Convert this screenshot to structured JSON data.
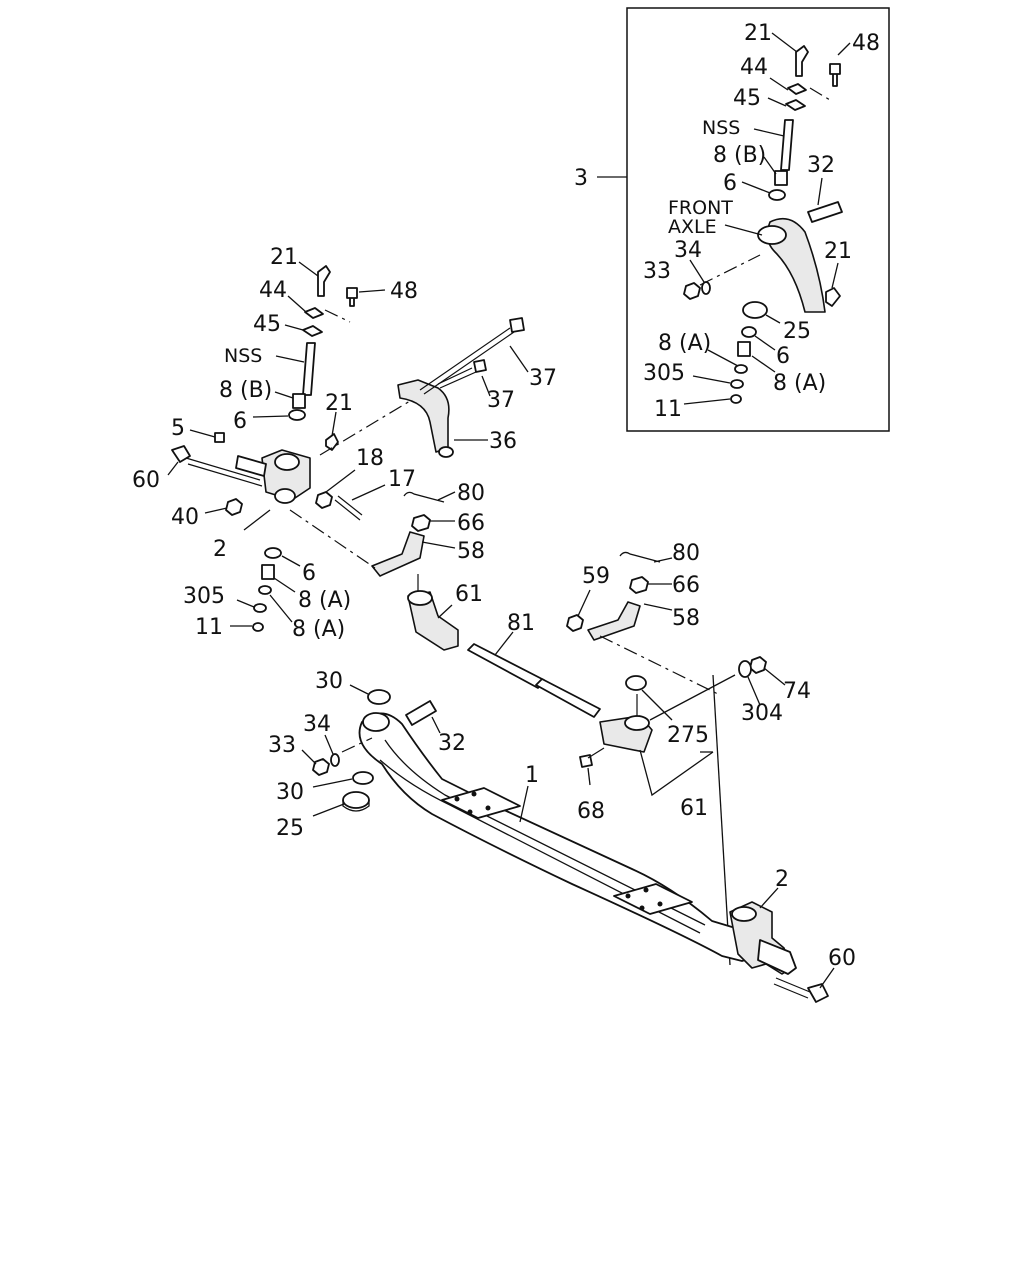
{
  "callouts": {
    "insert": {
      "l21a": "21",
      "l48": "48",
      "l44": "44",
      "l45": "45",
      "lnss": "NSS",
      "l8b": "8 (B)",
      "l3": "3",
      "l6a": "6",
      "l32": "32",
      "front": "FRONT",
      "axle": "AXLE",
      "l34": "34",
      "l33": "33",
      "l21b": "21",
      "l25": "25",
      "l8a1": "8 (A)",
      "l6b": "6",
      "l305": "305",
      "l8a2": "8 (A)",
      "l11": "11"
    },
    "left_knuckle": {
      "l21a": "21",
      "l44": "44",
      "l48": "48",
      "l45": "45",
      "lnss": "NSS",
      "l8b": "8 (B)",
      "l6a": "6",
      "l21b": "21",
      "l5": "5",
      "l18": "18",
      "l60": "60",
      "l17": "17",
      "l80": "80",
      "l40": "40",
      "l66": "66",
      "l2": "2",
      "l58": "58",
      "l6b": "6",
      "l305": "305",
      "l8a1": "8 (A)",
      "l11": "11",
      "l8a2": "8 (A)",
      "l37a": "37",
      "l37b": "37",
      "l36": "36",
      "l61": "61",
      "l81": "81"
    },
    "right_tie_rod": {
      "l80": "80",
      "l59": "59",
      "l66": "66",
      "l58": "58",
      "l74": "74",
      "l304": "304",
      "l275": "275",
      "l68": "68",
      "l61": "61"
    },
    "axle_beam": {
      "l30a": "30",
      "l34": "34",
      "l33": "33",
      "l32": "32",
      "l30b": "30",
      "l25": "25",
      "l1": "1",
      "l2": "2",
      "l60": "60"
    }
  },
  "icons": {
    "insert_frame": "detail-box",
    "axle": "front-axle-beam"
  }
}
